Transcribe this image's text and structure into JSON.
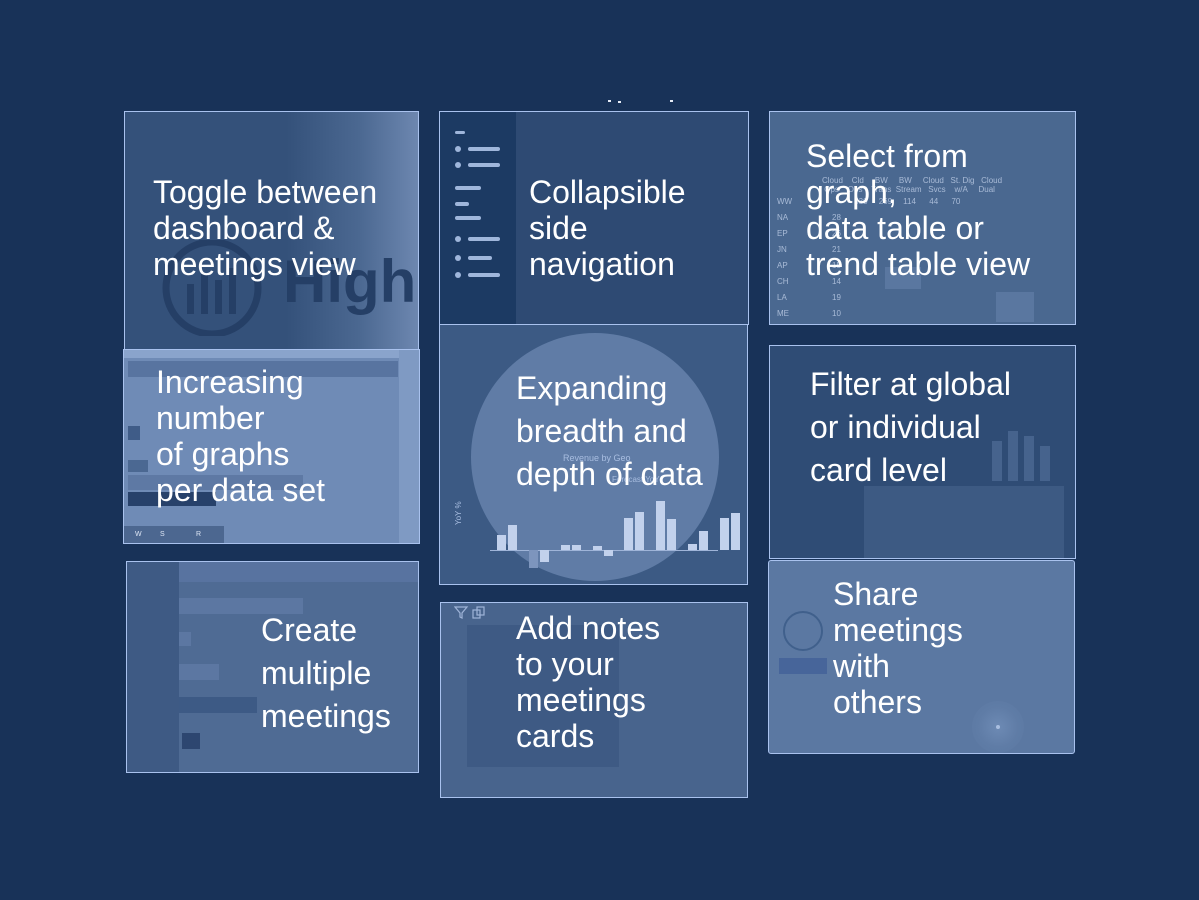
{
  "cards": [
    {
      "text": "Toggle between\ndashboard &\nmeetings view"
    },
    {
      "text": "Collapsible\nside\nnavigation"
    },
    {
      "text": "Select from\ngraph,\ndata table or\ntrend table view"
    },
    {
      "text": "Increasing\nnumber\nof graphs\nper data set"
    },
    {
      "text": "Expanding\nbreadth and\ndepth of data"
    },
    {
      "text": "Filter at global\nor individual\ncard level"
    },
    {
      "text": "Create\nmultiple\nmeetings"
    },
    {
      "text": "Add notes\nto your\nmeetings\ncards"
    },
    {
      "text": "Share\nmeetings\nwith\nothers"
    }
  ],
  "background": {
    "logo_text": "High I",
    "table_headers": "Cloud    Cld     BW     BW     Cloud   St. Dig   Cloud\n Ops    Ops    Trans  Stream   Svcs    w/A     Dual",
    "table_rows": [
      {
        "code": "WW",
        "values": "          330     269     114      44      70"
      },
      {
        "code": "NA",
        "values": "28"
      },
      {
        "code": "EP",
        "values": "26"
      },
      {
        "code": "JN",
        "values": "21"
      },
      {
        "code": "AP",
        "values": "15"
      },
      {
        "code": "CH",
        "values": "14"
      },
      {
        "code": "LA",
        "values": "19"
      },
      {
        "code": "ME",
        "values": "10"
      }
    ],
    "tabs": [
      "W",
      "S",
      "R"
    ],
    "chart_title": "Revenue by Geo",
    "chart_subtitle": "Forecast YoY",
    "chart_axis": "YoY %"
  },
  "colors": {
    "page_bg": "#183258",
    "card_border": "#a9c2ee"
  }
}
